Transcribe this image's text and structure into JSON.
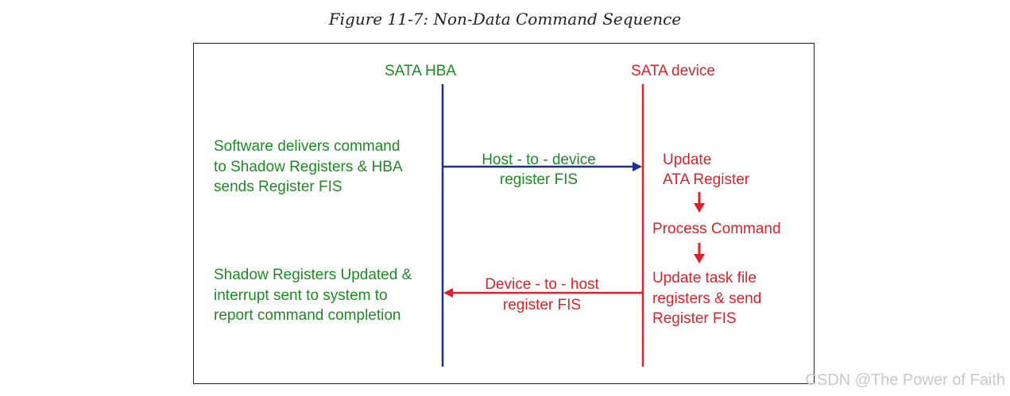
{
  "caption": "Figure 11-7: Non-Data Command Sequence",
  "lanes": {
    "host": "SATA HBA",
    "device": "SATA device"
  },
  "host_notes": {
    "command": [
      "Software delivers command",
      "to Shadow Registers & HBA",
      "sends Register FIS"
    ],
    "completion": [
      "Shadow Registers Updated &",
      "interrupt sent to system to",
      "report command completion"
    ]
  },
  "messages": {
    "h2d": [
      "Host - to - device",
      "register FIS"
    ],
    "d2h": [
      "Device - to - host",
      "register FIS"
    ]
  },
  "device_steps": {
    "update_ata": [
      "Update",
      "ATA Register"
    ],
    "process": "Process Command",
    "update_task": [
      "Update task file",
      "registers & send",
      "Register FIS"
    ]
  },
  "colors": {
    "host": "#1e8a24",
    "device": "#d8232a",
    "host_line": "#1a2f8e",
    "device_line": "#d8232a"
  },
  "watermark": "CSDN @The Power of Faith"
}
